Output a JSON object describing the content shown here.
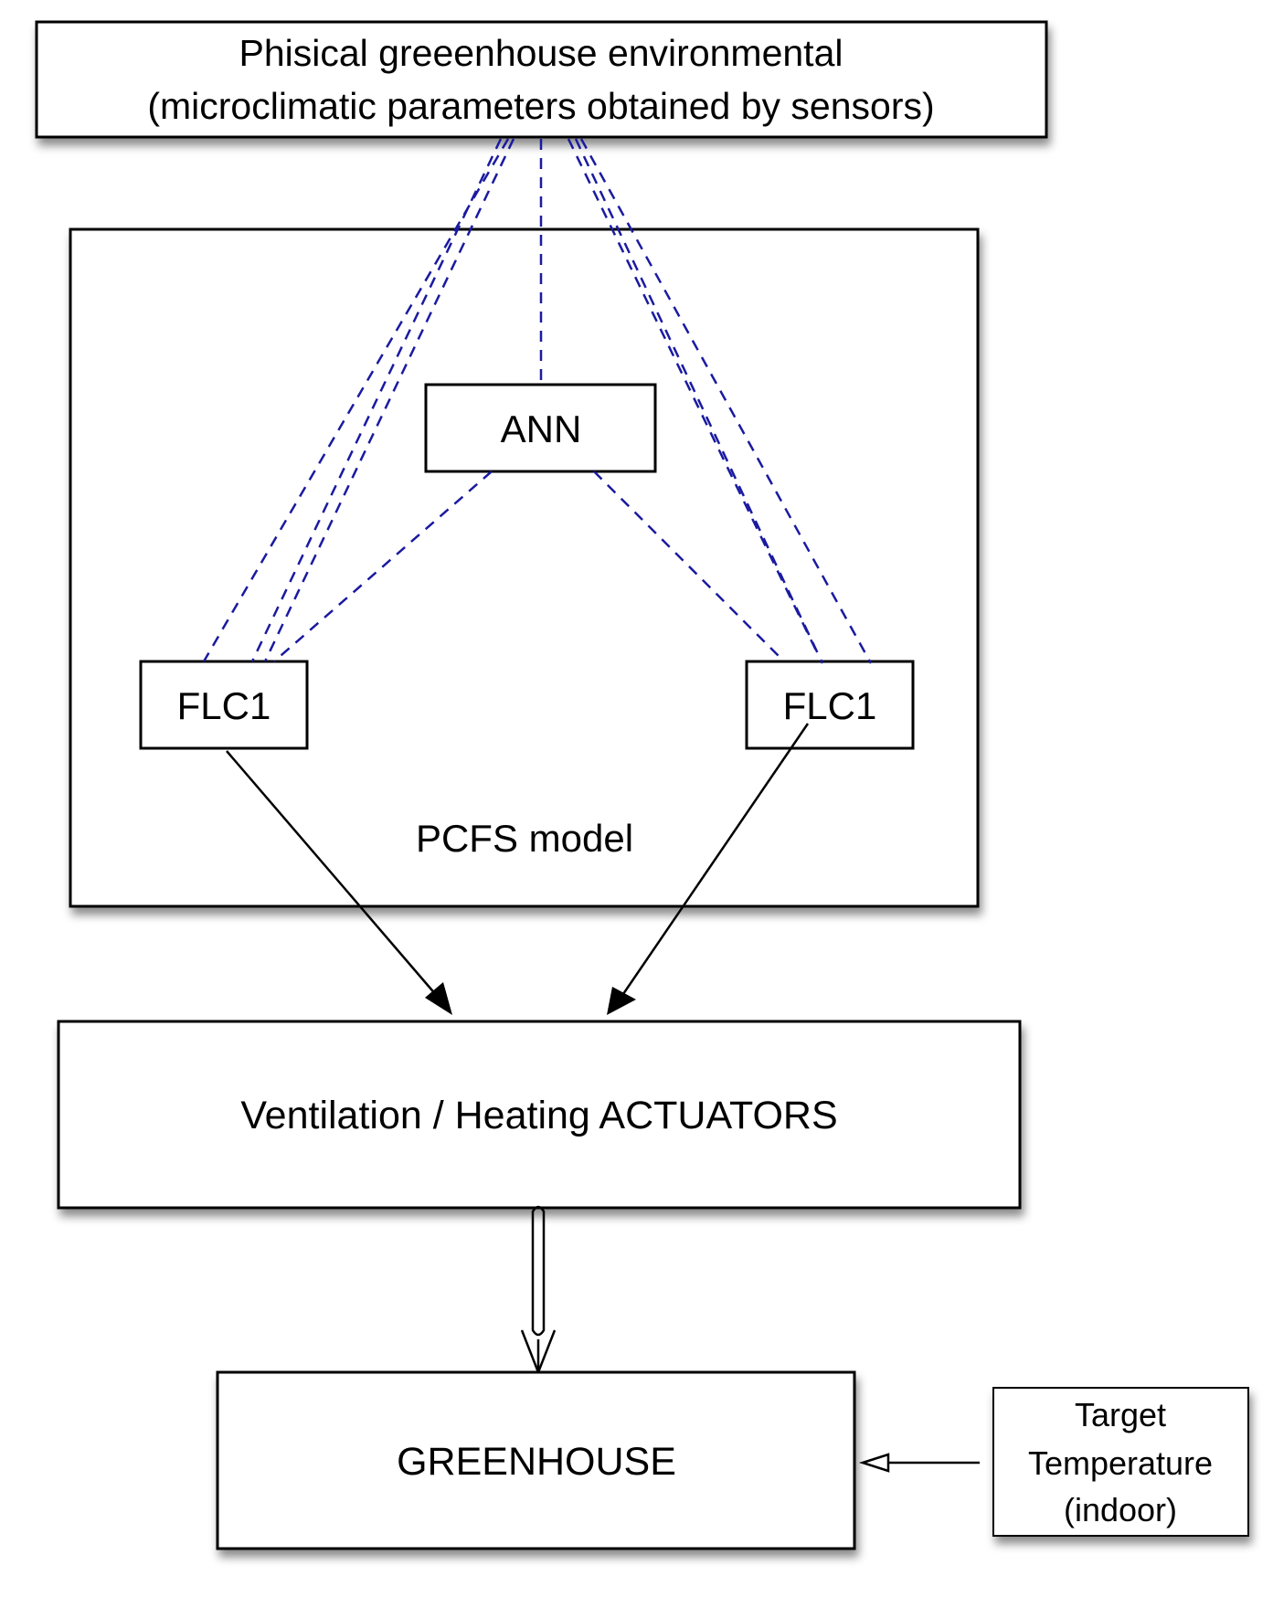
{
  "nodes": {
    "environment": {
      "line1": "Phisical greeenhouse environmental",
      "line2": "(microclimatic parameters obtained by sensors)"
    },
    "pcfs_model": {
      "label": "PCFS model"
    },
    "ann": {
      "label": "ANN"
    },
    "flc_left": {
      "label": "FLC1"
    },
    "flc_right": {
      "label": "FLC1"
    },
    "actuators": {
      "label": "Ventilation / Heating ACTUATORS"
    },
    "greenhouse": {
      "label": "GREENHOUSE"
    },
    "target": {
      "line1": "Target",
      "line2": "Temperature",
      "line3": "(indoor)"
    }
  },
  "colors": {
    "sensor_link": "#1a1aa0",
    "solid_link": "#000000",
    "box_border": "#000000",
    "shadow": "#9a9a9a"
  }
}
